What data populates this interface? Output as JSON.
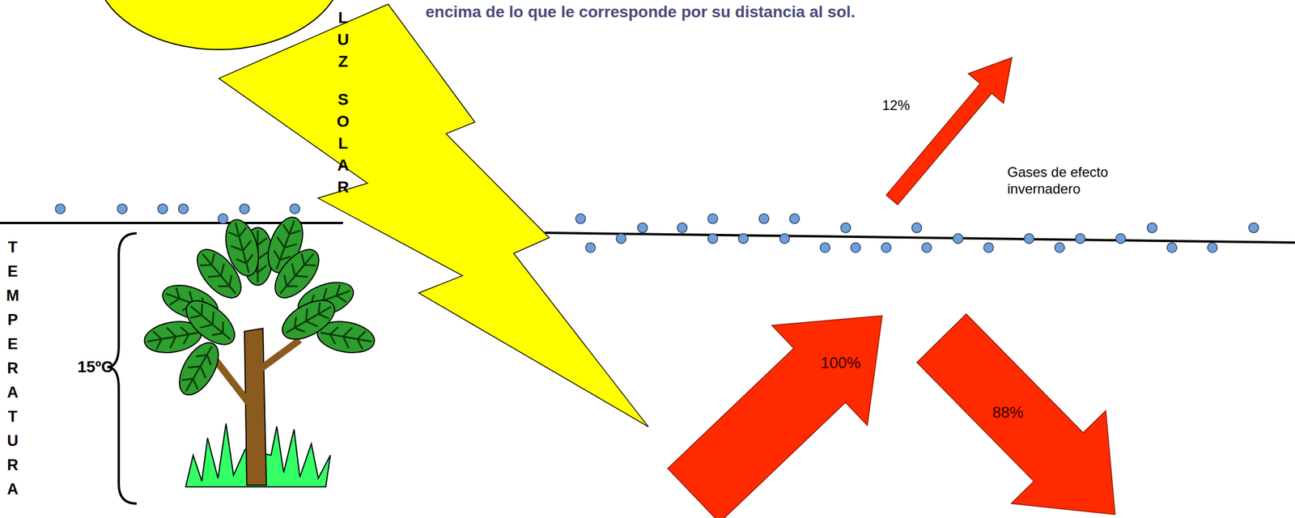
{
  "diagram": {
    "labels": [
      "encima de lo que le corresponde por su distancia al sol.",
      "LUZ SOLAR",
      "12%",
      "Gases de efecto invernadero",
      "TEMPERATURA",
      "15ºC",
      "100%",
      "88%"
    ]
  }
}
